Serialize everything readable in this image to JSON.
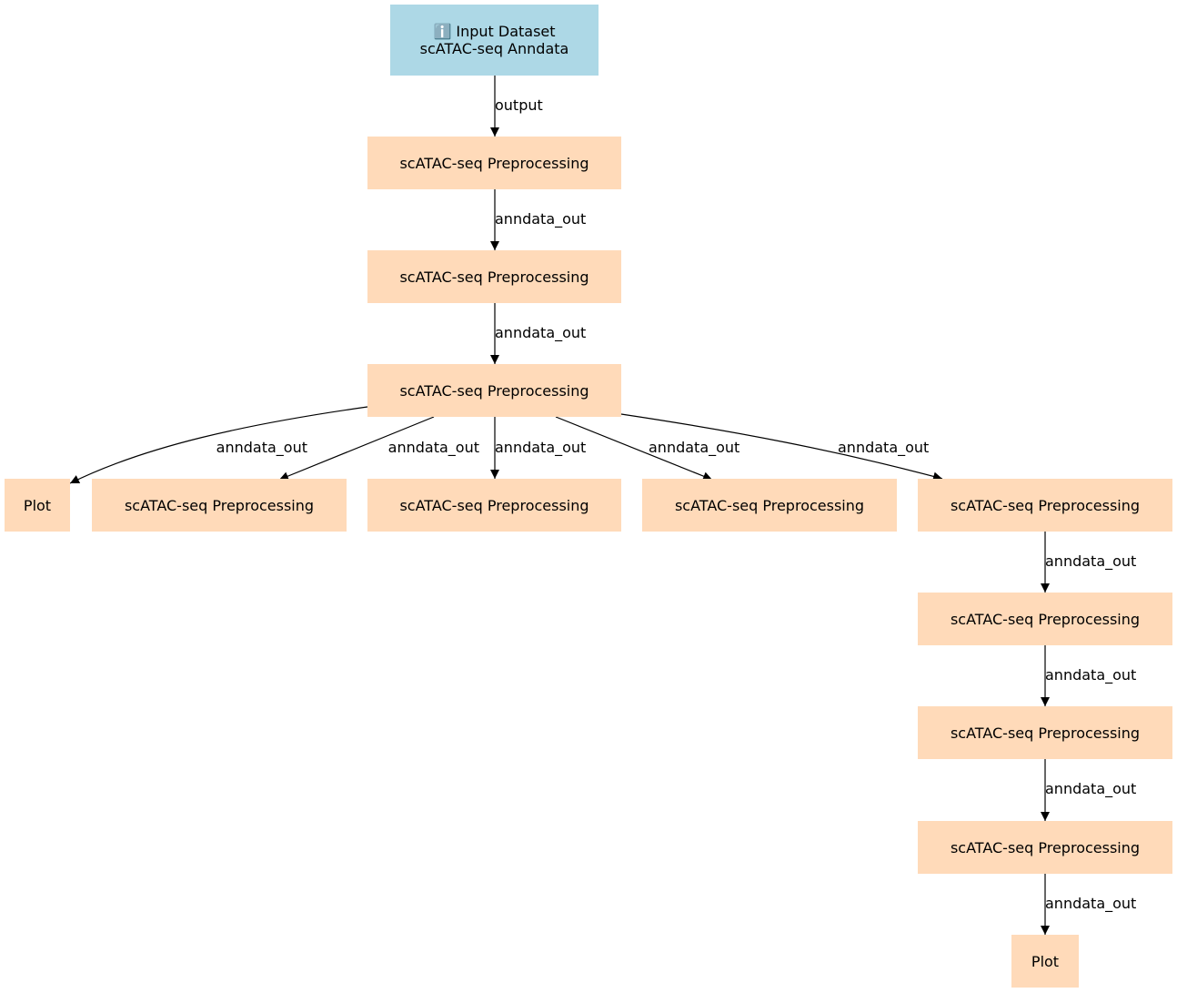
{
  "colors": {
    "input_fill": "#add8e6",
    "tool_fill": "#ffdab9",
    "edge": "#000000",
    "text": "#000000"
  },
  "nodes": [
    {
      "id": "n0",
      "kind": "input",
      "icon": "info-icon",
      "icon_glyph": "ℹ️",
      "label": "Input Dataset",
      "sublabel": "scATAC-seq Anndata"
    },
    {
      "id": "n1",
      "kind": "tool",
      "label": "scATAC-seq Preprocessing"
    },
    {
      "id": "n2",
      "kind": "tool",
      "label": "scATAC-seq Preprocessing"
    },
    {
      "id": "n3",
      "kind": "tool",
      "label": "scATAC-seq Preprocessing"
    },
    {
      "id": "n4",
      "kind": "tool",
      "label": "Plot"
    },
    {
      "id": "n5",
      "kind": "tool",
      "label": "scATAC-seq Preprocessing"
    },
    {
      "id": "n6",
      "kind": "tool",
      "label": "scATAC-seq Preprocessing"
    },
    {
      "id": "n7",
      "kind": "tool",
      "label": "scATAC-seq Preprocessing"
    },
    {
      "id": "n8",
      "kind": "tool",
      "label": "scATAC-seq Preprocessing"
    },
    {
      "id": "n9",
      "kind": "tool",
      "label": "scATAC-seq Preprocessing"
    },
    {
      "id": "n10",
      "kind": "tool",
      "label": "scATAC-seq Preprocessing"
    },
    {
      "id": "n11",
      "kind": "tool",
      "label": "scATAC-seq Preprocessing"
    },
    {
      "id": "n12",
      "kind": "tool",
      "label": "Plot"
    }
  ],
  "edges": [
    {
      "from": "n0",
      "to": "n1",
      "label": "output"
    },
    {
      "from": "n1",
      "to": "n2",
      "label": "anndata_out"
    },
    {
      "from": "n2",
      "to": "n3",
      "label": "anndata_out"
    },
    {
      "from": "n3",
      "to": "n4",
      "label": "anndata_out"
    },
    {
      "from": "n3",
      "to": "n5",
      "label": "anndata_out"
    },
    {
      "from": "n3",
      "to": "n6",
      "label": "anndata_out"
    },
    {
      "from": "n3",
      "to": "n7",
      "label": "anndata_out"
    },
    {
      "from": "n3",
      "to": "n8",
      "label": "anndata_out"
    },
    {
      "from": "n8",
      "to": "n9",
      "label": "anndata_out"
    },
    {
      "from": "n9",
      "to": "n10",
      "label": "anndata_out"
    },
    {
      "from": "n10",
      "to": "n11",
      "label": "anndata_out"
    },
    {
      "from": "n11",
      "to": "n12",
      "label": "anndata_out"
    }
  ]
}
